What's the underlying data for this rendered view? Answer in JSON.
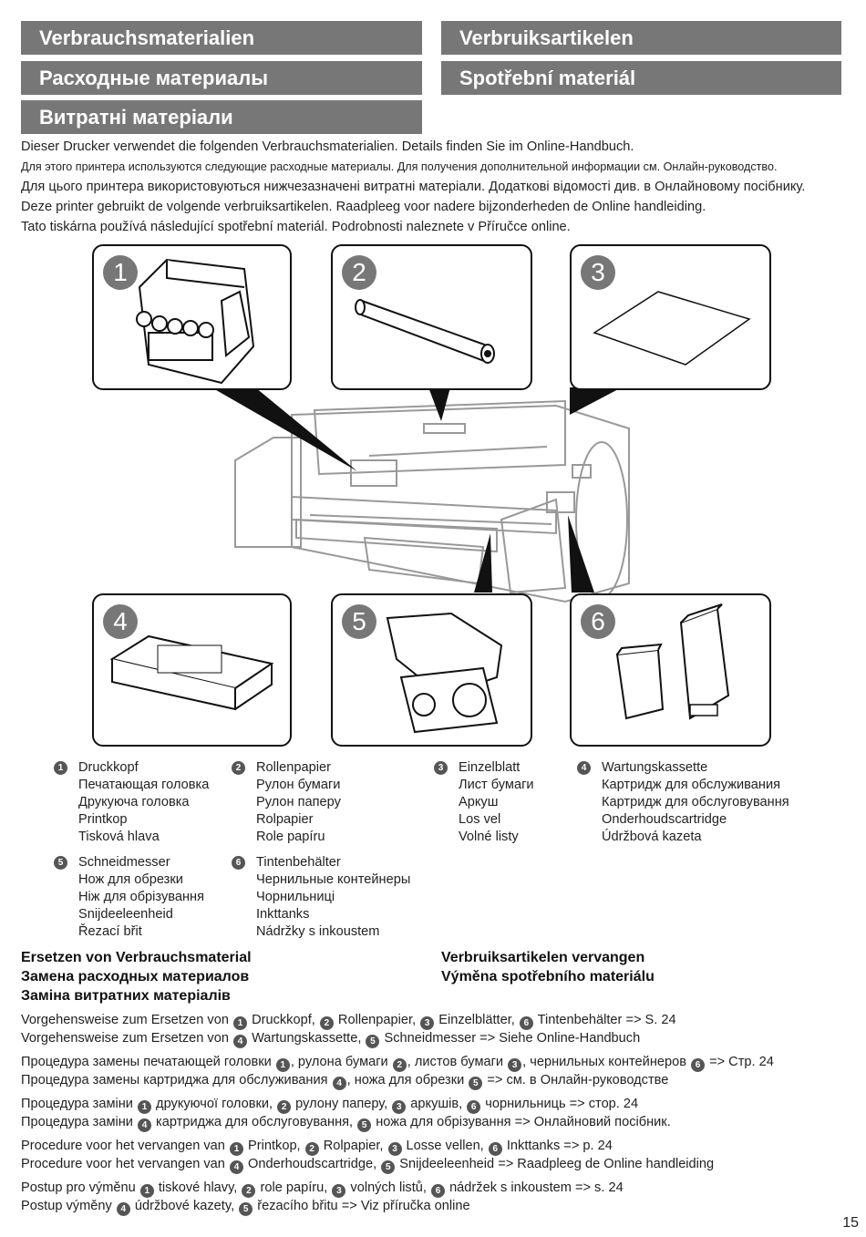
{
  "headers": {
    "de": "Verbrauchsmaterialien",
    "nl": "Verbruiksartikelen",
    "ru": "Расходные материалы",
    "cs": "Spotřební materiál",
    "uk": "Витратні матеріали"
  },
  "intro": [
    "Dieser Drucker verwendet die folgenden Verbrauchsmaterialien. Details finden Sie im Online-Handbuch.",
    "Для этого принтера используются следующие расходные материалы. Для получения дополнительной информации см. Онлайн-руководство.",
    "Для цього принтера використовуються нижчезазначені витратні матеріали. Додаткові відомості див. в Онлайновому посібнику.",
    "Deze printer gebruikt de volgende verbruiksartikelen. Raadpleeg voor nadere bijzonderheden de Online handleiding.",
    "Tato tiskárna používá následující spotřební materiál. Podrobnosti naleznete v Příručce online."
  ],
  "panels": {
    "p1": {
      "num": "1",
      "icon": "printhead-icon"
    },
    "p2": {
      "num": "2",
      "icon": "roll-paper-icon"
    },
    "p3": {
      "num": "3",
      "icon": "cut-sheet-icon"
    },
    "p4": {
      "num": "4",
      "icon": "maintenance-cartridge-icon"
    },
    "p5": {
      "num": "5",
      "icon": "cutter-blade-icon"
    },
    "p6": {
      "num": "6",
      "icon": "ink-tank-icon"
    }
  },
  "legend": {
    "l1": {
      "num": "1",
      "lines": [
        "Druckkopf",
        "Печатающая головка",
        "Друкуюча головка",
        "Printkop",
        "Tisková hlava"
      ]
    },
    "l2": {
      "num": "2",
      "lines": [
        "Rollenpapier",
        "Рулон бумаги",
        "Рулон паперу",
        "Rolpapier",
        "Role papíru"
      ]
    },
    "l3": {
      "num": "3",
      "lines": [
        "Einzelblatt",
        "Лист бумаги",
        "Аркуш",
        "Los vel",
        "Volné listy"
      ]
    },
    "l4": {
      "num": "4",
      "lines": [
        "Wartungskassette",
        "Картридж для обслуживания",
        "Картридж для обслуговування",
        "Onderhoudscartridge",
        "Údržbová kazeta"
      ]
    },
    "l5": {
      "num": "5",
      "lines": [
        "Schneidmesser",
        "Нож для обрезки",
        "Ніж для обрізування",
        "Snijdeeleenheid",
        "Řezací břit"
      ]
    },
    "l6": {
      "num": "6",
      "lines": [
        "Tintenbehälter",
        "Чернильные контейнеры",
        "Чорнильниці",
        "Inkttanks",
        "Nádržky s inkoustem"
      ]
    }
  },
  "section": {
    "left": [
      "Ersetzen von Verbrauchsmaterial",
      "Замена расходных материалов",
      "Заміна витратних матеріалів"
    ],
    "right": [
      "Verbruiksartikelen vervangen",
      "Výměna spotřebního materiálu"
    ]
  },
  "procedures": {
    "de1": [
      "Vorgehensweise zum Ersetzen von ",
      "1",
      " Druckkopf, ",
      "2",
      " Rollenpapier, ",
      "3",
      " Einzelblätter, ",
      "6",
      " Tintenbehälter => S. 24"
    ],
    "de2": [
      "Vorgehensweise zum Ersetzen von ",
      "4",
      " Wartungskassette, ",
      "5",
      " Schneidmesser => Siehe Online-Handbuch"
    ],
    "ru1": [
      "Процедура замены печатающей головки ",
      "1",
      ", рулона бумаги ",
      "2",
      ", листов бумаги ",
      "3",
      ", чернильных контейнеров ",
      "6",
      " => Стр. 24"
    ],
    "ru2": [
      "Процедура замены картриджа для обслуживания ",
      "4",
      ", ножа для обрезки ",
      "5",
      " => см. в Онлайн-руководстве"
    ],
    "uk1": [
      "Процедура заміни ",
      "1",
      " друкуючої головки, ",
      "2",
      " рулону паперу, ",
      "3",
      " аркушів, ",
      "6",
      " чорнильниць => стор. 24"
    ],
    "uk2": [
      "Процедура заміни ",
      "4",
      " картриджа для обслуговування, ",
      "5",
      " ножа для обрізування => Онлайновий посібник."
    ],
    "nl1": [
      "Procedure voor het vervangen van ",
      "1",
      " Printkop, ",
      "2",
      " Rolpapier, ",
      "3",
      " Losse vellen, ",
      "6",
      " Inkttanks => p. 24"
    ],
    "nl2": [
      "Procedure voor het vervangen van ",
      "4",
      " Onderhoudscartridge, ",
      "5",
      " Snijdeeleenheid => Raadpleeg de Online handleiding"
    ],
    "cs1": [
      "Postup pro výměnu ",
      "1",
      " tiskové hlavy, ",
      "2",
      " role papíru, ",
      "3",
      " volných listů, ",
      "6",
      " nádržek s inkoustem => s. 24"
    ],
    "cs2": [
      "Postup výměny ",
      "4",
      " údržbové kazety, ",
      "5",
      " řezacího břitu => Viz příručka online"
    ]
  },
  "page_number": "15"
}
